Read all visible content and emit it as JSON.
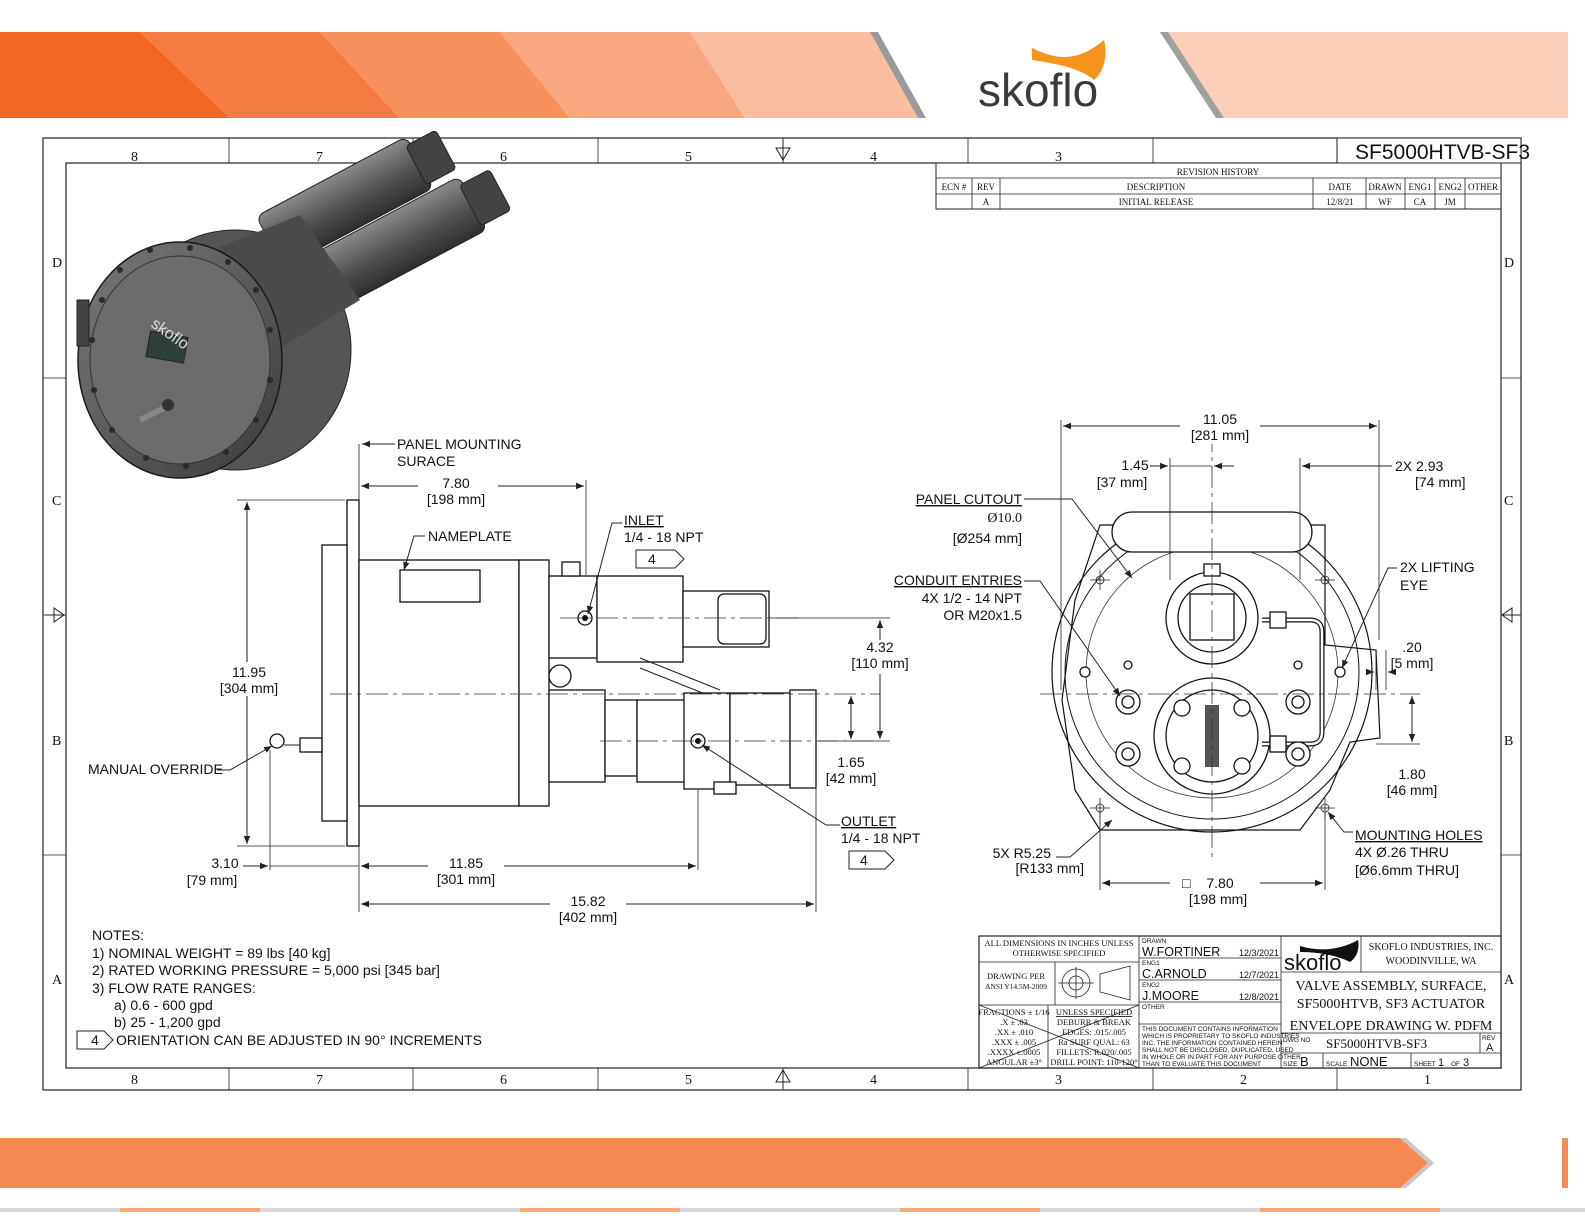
{
  "brand": {
    "logo_text": "skoflo",
    "accent": "#f7941d",
    "banner_orange": "#f26522"
  },
  "drawing": {
    "number": "SF5000HTVB-SF3",
    "zones_cols": [
      "8",
      "7",
      "6",
      "5",
      "4",
      "3",
      "2",
      "1"
    ],
    "zones_rows": [
      "D",
      "C",
      "B",
      "A"
    ]
  },
  "revision": {
    "title": "REVISION HISTORY",
    "headers": [
      "ECN #",
      "REV",
      "DESCRIPTION",
      "DATE",
      "DRAWN",
      "ENG1",
      "ENG2",
      "OTHER"
    ],
    "row": [
      "",
      "A",
      "INITIAL RELEASE",
      "12/8/21",
      "WF",
      "CA",
      "JM",
      ""
    ]
  },
  "side_view": {
    "panel_mounting": "PANEL MOUNTING",
    "surace": "SURACE",
    "d_780": "7.80",
    "d_780_mm": "[198 mm]",
    "nameplate": "NAMEPLATE",
    "inlet": "INLET",
    "inlet_npt": "1/4 - 18 NPT",
    "orient_mark": "4",
    "d_1195": "11.95",
    "d_1195_mm": "[304 mm]",
    "d_432": "4.32",
    "d_432_mm": "[110 mm]",
    "d_165": "1.65",
    "d_165_mm": "[42 mm]",
    "manual_override": "MANUAL OVERRIDE",
    "outlet": "OUTLET",
    "outlet_npt": "1/4 - 18 NPT",
    "d_310": "3.10",
    "d_310_mm": "[79 mm]",
    "d_1185": "11.85",
    "d_1185_mm": "[301 mm]",
    "d_1582": "15.82",
    "d_1582_mm": "[402 mm]"
  },
  "front_view": {
    "d_1105": "11.05",
    "d_1105_mm": "[281 mm]",
    "d_145": "1.45",
    "d_145_mm": "[37 mm]",
    "d_293": "2X 2.93",
    "d_293_mm": "[74 mm]",
    "panel_cutout": "PANEL CUTOUT",
    "cutout_dia": "Ø10.0",
    "cutout_dia_mm": "[Ø254 mm]",
    "lifting_eye_1": "2X LIFTING",
    "lifting_eye_2": "EYE",
    "conduit": "CONDUIT ENTRIES",
    "conduit_1": "4X 1/2 - 14 NPT",
    "conduit_2": "OR M20x1.5",
    "d_020": ".20",
    "d_020_mm": "[5 mm]",
    "d_180": "1.80",
    "d_180_mm": "[46 mm]",
    "mounting_holes": "MOUNTING HOLES",
    "mounting_1": "4X Ø.26 THRU",
    "mounting_2": "[Ø6.6mm THRU]",
    "radius": "5X R5.25",
    "radius_mm": "[R133 mm]",
    "square": "□",
    "d_780": "7.80",
    "d_780_mm": "[198 mm]"
  },
  "notes": {
    "title": "NOTES:",
    "n1": "1)  NOMINAL WEIGHT = 89 lbs [40 kg]",
    "n2": "2)  RATED WORKING PRESSURE = 5,000 psi [345 bar]",
    "n3": "3)  FLOW RATE RANGES:",
    "n3a": "a) 0.6 - 600 gpd",
    "n3b": "b) 25 - 1,200 gpd",
    "n4_mark": "4",
    "n4": "ORIENTATION CAN BE ADJUSTED IN 90° INCREMENTS"
  },
  "title_block": {
    "all_dims_1": "ALL DIMENSIONS IN INCHES UNLESS",
    "all_dims_2": "OTHERWISE SPECIFIED",
    "drawing_per_1": "DRAWING PER",
    "drawing_per_2": "ANSI Y14.5M-2009",
    "tol_1": "FRACTIONS ± 1/16",
    "tol_2": ".X ± .03",
    "tol_3": ".XX ± .010",
    "tol_4": ".XXX ± .005",
    "tol_5": ".XXXX ±.0005",
    "tol_6": "ANGULAR ±3°",
    "spec_1": "UNLESS SPECIFIED",
    "spec_2": "DEBURR & BREAK",
    "spec_3": "EDGES: .015/.005",
    "spec_4": "Ra SURF QUAL: 63",
    "spec_5": "FILLETS: R.020/.005",
    "spec_6": "DRILL POINT: 110-120°",
    "drawn_lbl": "DRAWN",
    "drawn_name": "W.FORTINER",
    "drawn_date": "12/3/2021",
    "eng1_lbl": "ENG1",
    "eng1_name": "C.ARNOLD",
    "eng1_date": "12/7/2021",
    "eng2_lbl": "ENG2",
    "eng2_name": "J.MOORE",
    "eng2_date": "12/8/2021",
    "other_lbl": "OTHER",
    "prop_1": "THIS DOCUMENT CONTAINS INFORMATION",
    "prop_2": "WHICH IS PROPRIETARY TO SKOFLO INDUSTRIES",
    "prop_3": "INC. THE INFORMATION CONTAINED HEREIN",
    "prop_4": "SHALL NOT BE DISCLOSED, DUPLICATED, USED",
    "prop_5": "IN WHOLE OR IN PART FOR ANY PURPOSE OTHER",
    "prop_6": "THAN TO EVALUATE THIS DOCUMENT",
    "company_1": "SKOFLO INDUSTRIES, INC.",
    "company_2": "WOODINVILLE, WA",
    "title_1": "VALVE ASSEMBLY, SURFACE,",
    "title_2": "SF5000HTVB, SF3 ACTUATOR",
    "title_3": "ENVELOPE DRAWING W. PDFM",
    "dwg_no_lbl": "DWG NO",
    "dwg_no": "SF5000HTVB-SF3",
    "rev_lbl": "REV",
    "rev": "A",
    "size_lbl": "SIZE",
    "size": "B",
    "scale_lbl": "SCALE",
    "scale": "NONE",
    "sheet_lbl": "SHEET",
    "sheet": "1",
    "of_lbl": "OF",
    "of": "3"
  }
}
